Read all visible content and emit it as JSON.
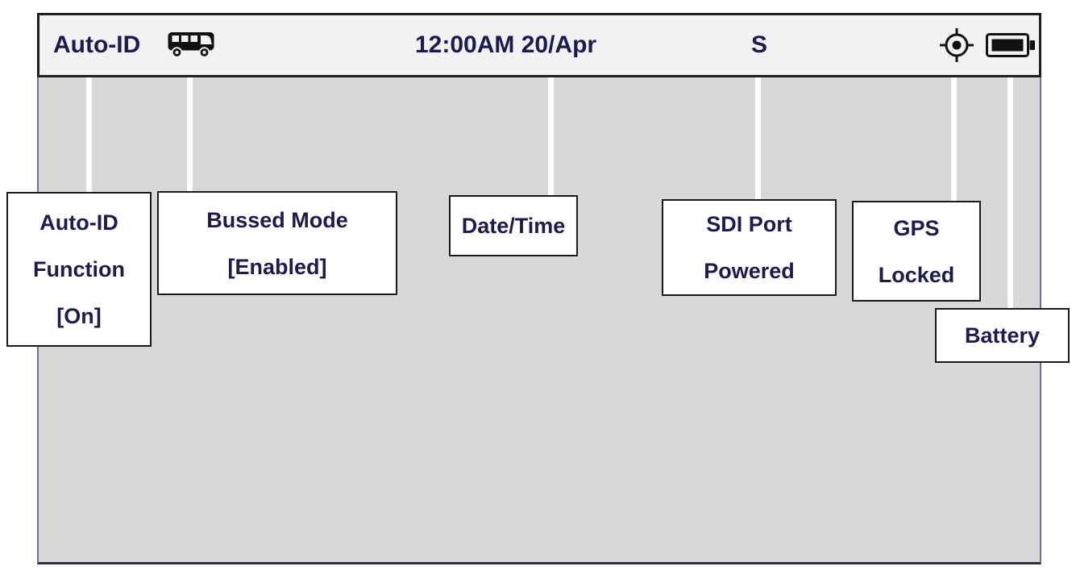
{
  "status_bar": {
    "auto_id_label": "Auto-ID",
    "datetime_text": "12:00AM 20/Apr",
    "sdi_indicator": "S",
    "icons": [
      {
        "name": "bus-icon"
      },
      {
        "name": "gps-target-icon"
      },
      {
        "name": "battery-icon"
      }
    ]
  },
  "callouts": {
    "auto_id_function": {
      "lines": [
        "Auto-ID",
        "Function",
        "[On]"
      ]
    },
    "bussed_mode": {
      "lines": [
        "Bussed Mode",
        "[Enabled]"
      ]
    },
    "date_time": {
      "lines": [
        "Date/Time"
      ]
    },
    "sdi_port_powered": {
      "lines": [
        "SDI Port",
        "Powered"
      ]
    },
    "gps_locked": {
      "lines": [
        "GPS",
        "Locked"
      ]
    },
    "battery": {
      "lines": [
        "Battery"
      ]
    }
  },
  "colors": {
    "label_text": "#1d1a4f",
    "status_bar_bg": "#f2f2f2",
    "status_bar_border": "#1f1f1f",
    "screen_bg": "#d8d8d8",
    "screen_border_side": "#71718f",
    "screen_border_bottom": "#2d2d4a",
    "callout_bg": "#ffffff",
    "callout_border": "#1a1a1a",
    "leader_line": "#ffffff",
    "icon_black": "#111111"
  }
}
